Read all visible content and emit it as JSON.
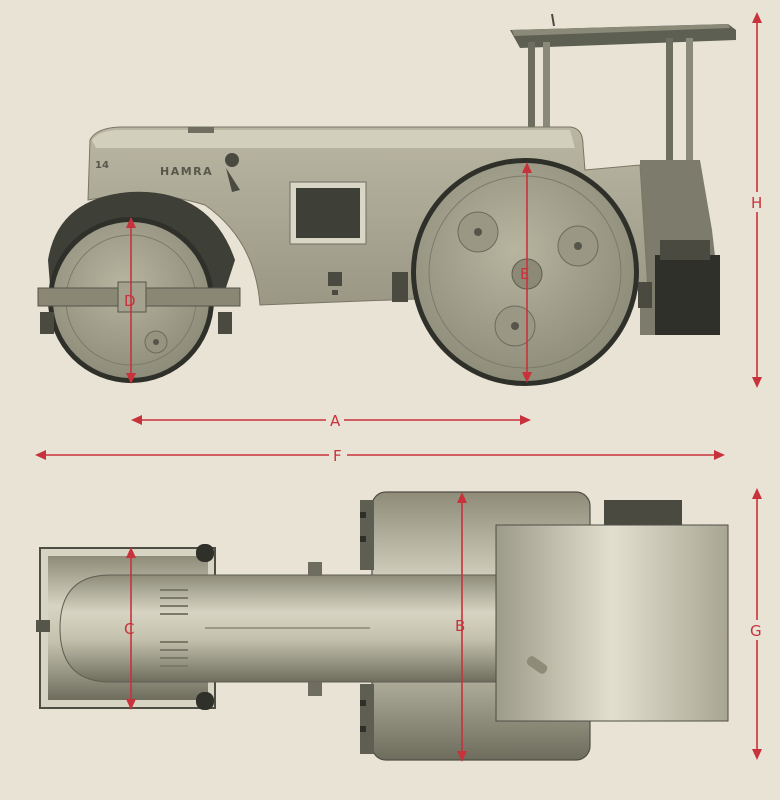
{
  "brand_plate": "HAMRA",
  "model_mark": "14",
  "dimension_labels": {
    "a": "A",
    "b": "B",
    "c": "C",
    "d": "D",
    "e": "E",
    "f": "F",
    "g": "G",
    "h": "H"
  },
  "colors": {
    "background": "#e9e3d6",
    "dimension": "#c8323b",
    "body": "#a9a692",
    "dark": "#3e3f37",
    "drum_top": "#b8b5a2"
  }
}
